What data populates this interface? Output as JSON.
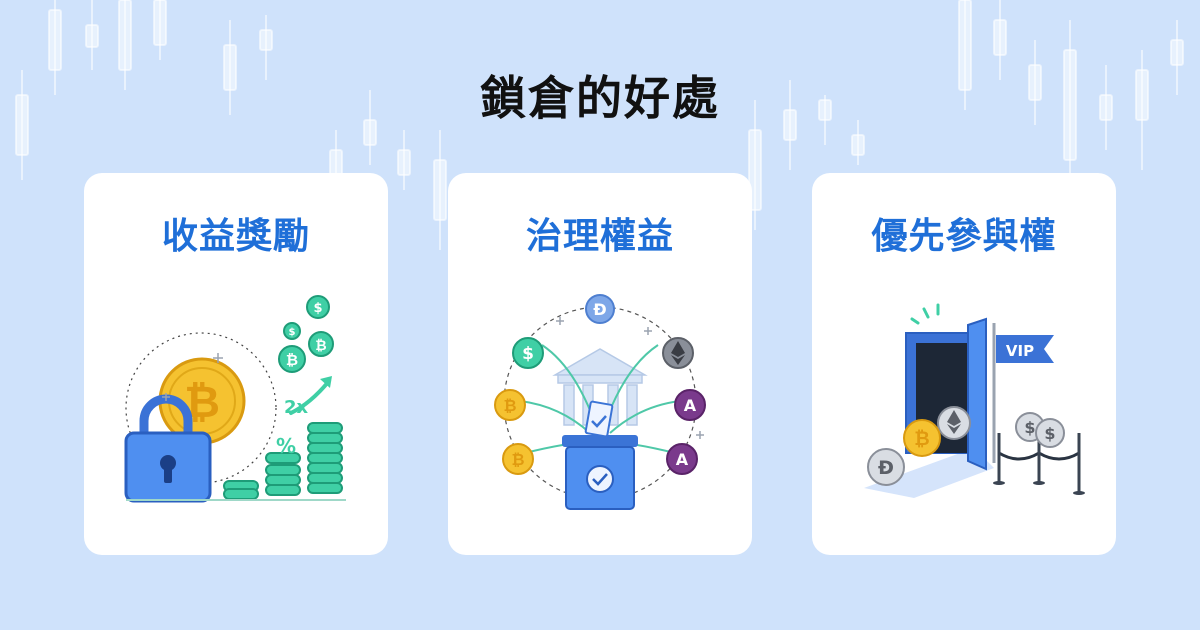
{
  "page": {
    "title": "鎖倉的好處"
  },
  "colors": {
    "background": "#cfe2fb",
    "card": "#ffffff",
    "card_title": "#1f6fd8",
    "title": "#111111",
    "gold": "#f5c230",
    "teal": "#3fcfa5",
    "lock_blue": "#4f8ff0",
    "eth_gray": "#8a8f99",
    "aave_purple": "#7a3a8c"
  },
  "cards": [
    {
      "title": "收益獎勵",
      "illustration": "locked-bitcoin-yield",
      "multiplier": "2x",
      "percent": "%"
    },
    {
      "title": "治理權益",
      "illustration": "governance-voting"
    },
    {
      "title": "優先參與權",
      "illustration": "vip-door-access",
      "badge": "VIP"
    }
  ]
}
